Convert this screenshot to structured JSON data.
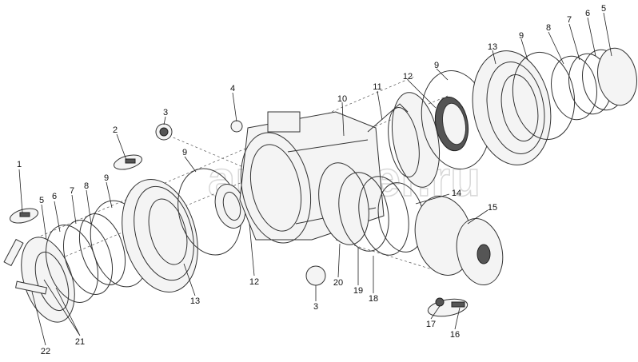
{
  "watermark": "autopiter.ru",
  "callouts": {
    "c1": "1",
    "c2": "2",
    "c3_top": "3",
    "c4": "4",
    "c5_left": "5",
    "c6_left": "6",
    "c7_left": "7",
    "c8_left": "8",
    "c9_left_a": "9",
    "c9_left_b": "9",
    "c10": "10",
    "c11": "11",
    "c12_top": "12",
    "c9_mid": "9",
    "c13_top": "13",
    "c9_right": "9",
    "c8_right": "8",
    "c7_right": "7",
    "c6_right": "6",
    "c5_right": "5",
    "c14": "14",
    "c15": "15",
    "c12_bottom": "12",
    "c13_bottom": "13",
    "c3_bottom": "3",
    "c20": "20",
    "c19": "19",
    "c18": "18",
    "c17": "17",
    "c16": "16",
    "c21": "21",
    "c22": "22"
  }
}
